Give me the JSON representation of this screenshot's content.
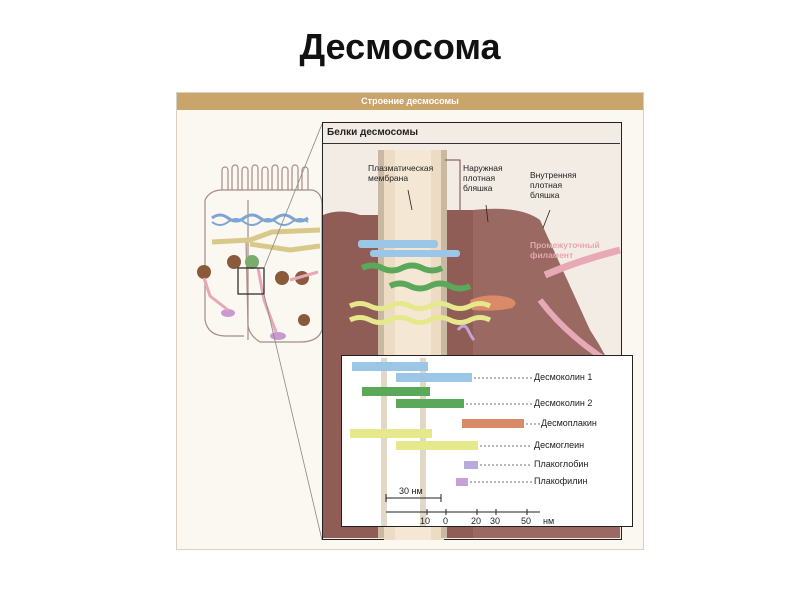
{
  "slide": {
    "title": "Десмосома"
  },
  "figure": {
    "header": "Строение десмосомы",
    "panel_title": "Белки десмосомы",
    "labels": {
      "membrane": "Плазматическая\nмембрана",
      "outer_plaque": "Наружная\nплотная\nбляшка",
      "inner_plaque": "Внутренняя\nплотная\nбляшка",
      "filament": "Промежуточный\nфиламент"
    },
    "legend": [
      {
        "name": "Десмоколин 1",
        "color": "#9cc6e6"
      },
      {
        "name": "Десмоколин 2",
        "color": "#5ba85b"
      },
      {
        "name": "Десмоплакин",
        "color": "#d98a66"
      },
      {
        "name": "Десмоглеин",
        "color": "#e6e88c"
      },
      {
        "name": "Плакоглобин",
        "color": "#b9a9dc"
      },
      {
        "name": "Плакофилин",
        "color": "#c7a0d6"
      }
    ],
    "scale": {
      "bar_label": "30 нм",
      "ticks": [
        "10",
        "0",
        "20",
        "30",
        "50"
      ],
      "unit": "нм"
    }
  }
}
